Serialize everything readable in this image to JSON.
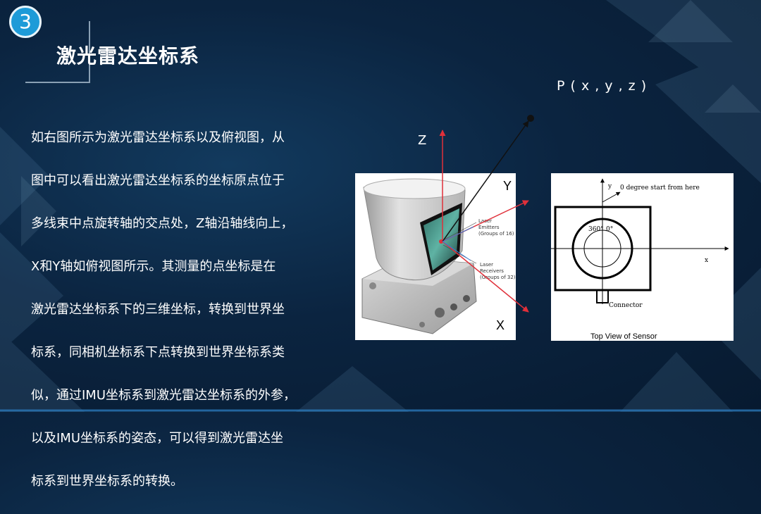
{
  "slide": {
    "number": "3",
    "title": "激光雷达坐标系",
    "body_lines": [
      "如右图所示为激光雷达坐标系以及俯视图，从",
      "图中可以看出激光雷达坐标系的坐标原点位于",
      "多线束中点旋转轴的交点处，Z轴沿轴线向上，",
      "X和Y轴如俯视图所示。其测量的点坐标是在",
      "激光雷达坐标系下的三维坐标，转换到世界坐",
      "标系，同相机坐标系下点转换到世界坐标系类",
      "似，通过IMU坐标系到激光雷达坐标系的外参，",
      "以及IMU坐标系的姿态，可以得到激光雷达坐",
      "标系到世界坐标系的转换。"
    ]
  },
  "figure": {
    "point_label": "P ( x , y , z )",
    "axis_z": "Z",
    "axis_y": "Y",
    "axis_x": "X",
    "sensor": {
      "emitters_line1": "Laser",
      "emitters_line2": "Emitters",
      "emitters_line3": "(Groups of 16)",
      "receivers_line1": "Laser",
      "receivers_line2": "Receivers",
      "receivers_line3": "(Groups of 32)"
    },
    "top_view": {
      "y_label": "y",
      "start_label": "0 degree start from here",
      "deg360": "360°",
      "deg0": "0°",
      "x_label": "x",
      "connector": "Connector",
      "caption": "Top View of Sensor"
    }
  },
  "colors": {
    "badge": "#1e9bd8",
    "axis_red": "#e0303a",
    "background": "#0b2440"
  }
}
